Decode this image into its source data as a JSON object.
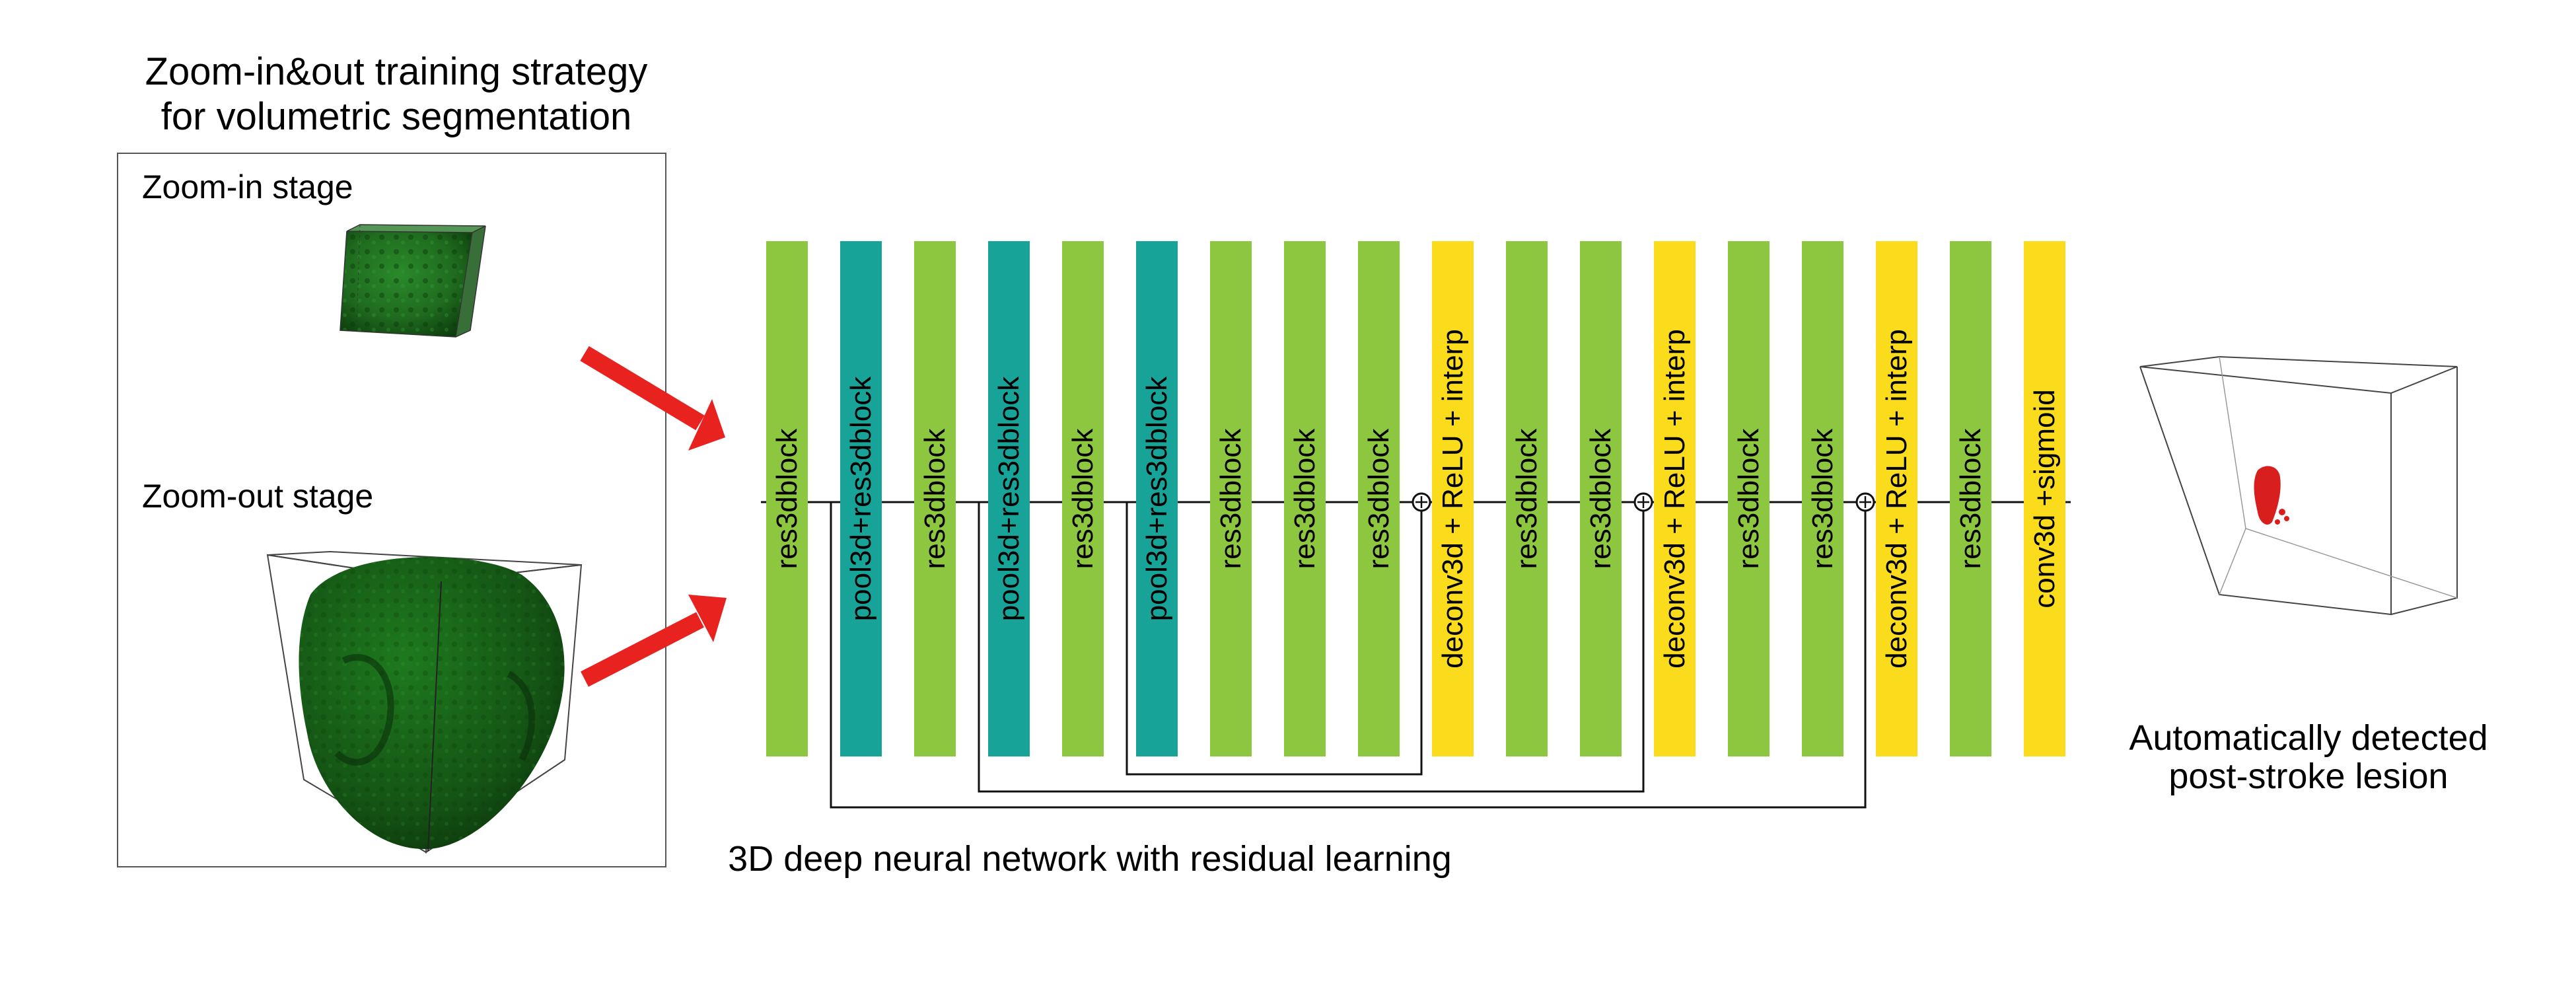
{
  "strategy": {
    "title_line1": "Zoom-in&out training strategy",
    "title_line2": "for volumetric segmentation",
    "zoom_in_label": "Zoom-in stage",
    "zoom_out_label": "Zoom-out stage"
  },
  "network": {
    "caption": "3D deep neural network with residual learning",
    "blocks": [
      {
        "label": "res3dblock",
        "kind": "res"
      },
      {
        "label": "pool3d+res3dblock",
        "kind": "pool"
      },
      {
        "label": "res3dblock",
        "kind": "res"
      },
      {
        "label": "pool3d+res3dblock",
        "kind": "pool"
      },
      {
        "label": "res3dblock",
        "kind": "res"
      },
      {
        "label": "pool3d+res3dblock",
        "kind": "pool"
      },
      {
        "label": "res3dblock",
        "kind": "res"
      },
      {
        "label": "res3dblock",
        "kind": "res"
      },
      {
        "label": "res3dblock",
        "kind": "res"
      },
      {
        "label": "deconv3d + ReLU + interp",
        "kind": "up"
      },
      {
        "label": "res3dblock",
        "kind": "res"
      },
      {
        "label": "res3dblock",
        "kind": "res"
      },
      {
        "label": "deconv3d + ReLU + interp",
        "kind": "up"
      },
      {
        "label": "res3dblock",
        "kind": "res"
      },
      {
        "label": "res3dblock",
        "kind": "res"
      },
      {
        "label": "deconv3d + ReLU + interp",
        "kind": "up"
      },
      {
        "label": "res3dblock",
        "kind": "res"
      },
      {
        "label": "conv3d +sigmoid",
        "kind": "up"
      }
    ],
    "colors": {
      "res": "#8dc63f",
      "pool": "#17a398",
      "up": "#fbdc1c"
    },
    "skip_connections": [
      {
        "from_block": 5,
        "to_block": 9
      },
      {
        "from_block": 3,
        "to_block": 12
      },
      {
        "from_block": 1,
        "to_block": 15
      }
    ]
  },
  "output": {
    "caption_line1": "Automatically detected",
    "caption_line2": "post-stroke lesion"
  },
  "colors": {
    "arrow": "#e8231f",
    "volume_green": "#1f6b1f",
    "lesion_red": "#d91e1e"
  }
}
